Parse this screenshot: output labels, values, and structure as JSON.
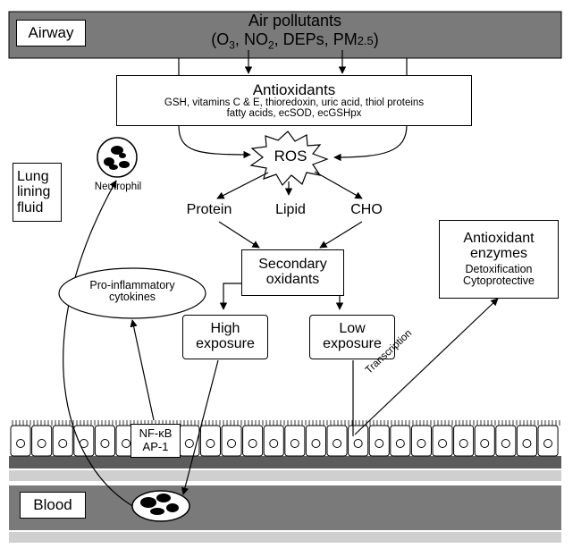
{
  "airway_label": "Airway",
  "blood_label": "Blood",
  "pollutants": {
    "title": "Air pollutants",
    "o3": "O",
    "o3_sub": "3",
    "no2": "NO",
    "no2_sub": "2",
    "deps": "DEPs,",
    "pm": "PM",
    "pm_sub": "2.5",
    "sep": ",",
    "open": "(",
    "close": ")"
  },
  "antioxidants": {
    "title": "Antioxidants",
    "line1": "GSH, vitamins C & E, thioredoxin, uric acid, thiol proteins",
    "line2": "fatty acids, ecSOD, ecGSHpx"
  },
  "ros": "ROS",
  "lung_lining_fluid": [
    "Lung",
    "lining",
    "fluid"
  ],
  "neutrophil": "Neutrophil",
  "targets": {
    "protein": "Protein",
    "lipid": "Lipid",
    "cho": "CHO"
  },
  "secondary_oxidants": [
    "Secondary",
    "oxidants"
  ],
  "high_exposure": [
    "High",
    "exposure"
  ],
  "low_exposure": [
    "Low",
    "exposure"
  ],
  "cytokines": [
    "Pro-inflammatory",
    "cytokines"
  ],
  "antioxidant_enzymes": {
    "title": [
      "Antioxidant",
      "enzymes"
    ],
    "line1": "Detoxification",
    "line2": "Cytoprotective"
  },
  "transcription": "Transcription",
  "nfkb": [
    "NF-κB",
    "AP-1"
  ],
  "colors": {
    "band": "#7a7a7a",
    "band_light": "#cfcfcf",
    "membrane": "#5c5c5c",
    "line": "#000000"
  }
}
